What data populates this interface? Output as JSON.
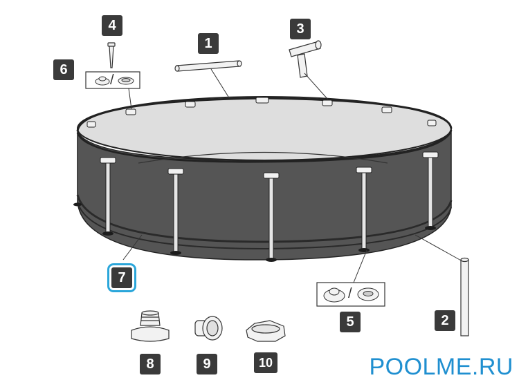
{
  "parts": [
    {
      "id": "part-1",
      "label": "1"
    },
    {
      "id": "part-2",
      "label": "2"
    },
    {
      "id": "part-3",
      "label": "3"
    },
    {
      "id": "part-4",
      "label": "4"
    },
    {
      "id": "part-5",
      "label": "5"
    },
    {
      "id": "part-6",
      "label": "6"
    },
    {
      "id": "part-7",
      "label": "7",
      "highlighted": true
    },
    {
      "id": "part-8",
      "label": "8"
    },
    {
      "id": "part-9",
      "label": "9"
    },
    {
      "id": "part-10",
      "label": "10"
    }
  ],
  "separator": "/",
  "watermark": "POOLME.RU",
  "colors": {
    "badge": "#3a3a3a",
    "badge_text": "#ffffff",
    "highlight": "#2aa6da",
    "pool_wall": "#545454",
    "pool_floor": "#dcdcdc",
    "watermark": "#1f8fd0"
  }
}
